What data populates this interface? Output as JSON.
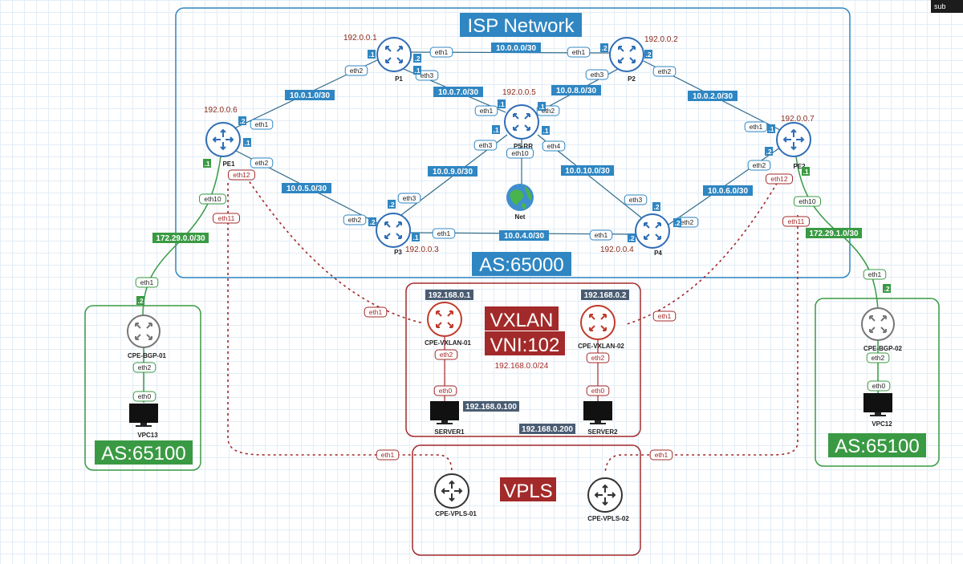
{
  "corner_tab": "sub",
  "regions": {
    "isp_title": "ISP Network",
    "isp_as": "AS:65000",
    "vxlan_title": "VXLAN",
    "vxlan_vni": "VNI:102",
    "vxlan_subnet": "192.168.0.0/24",
    "vpls_title": "VPLS",
    "left_as": "AS:65100",
    "right_as": "AS:65100"
  },
  "nodes": {
    "p1": {
      "name": "P1",
      "ip": "192.0.0.1"
    },
    "p2": {
      "name": "P2",
      "ip": "192.0.0.2"
    },
    "p5": {
      "name": "P5-RR",
      "ip": "192.0.0.5"
    },
    "pe1": {
      "name": "PE1",
      "ip": "192.0.0.6"
    },
    "pe2": {
      "name": "PE2",
      "ip": "192.0.0.7"
    },
    "p3": {
      "name": "P3",
      "ip": "192.0.0.3"
    },
    "p4": {
      "name": "P4",
      "ip": "192.0.0.4"
    },
    "net": {
      "name": "Net"
    },
    "cpe_bgp_01": {
      "name": "CPE-BGP-01"
    },
    "cpe_bgp_02": {
      "name": "CPE-BGP-02"
    },
    "vpc13": {
      "name": "VPC13"
    },
    "vpc12": {
      "name": "VPC12"
    },
    "cpe_vxlan_01": {
      "name": "CPE-VXLAN-01",
      "ip": "192.168.0.1"
    },
    "cpe_vxlan_02": {
      "name": "CPE-VXLAN-02",
      "ip": "192.168.0.2"
    },
    "server1": {
      "name": "SERVER1",
      "ip": "192.168.0.100"
    },
    "server2": {
      "name": "SERVER2",
      "ip": "192.168.0.200"
    },
    "cpe_vpls_01": {
      "name": "CPE-VPLS-01"
    },
    "cpe_vpls_02": {
      "name": "CPE-VPLS-02"
    }
  },
  "subnets": {
    "p1_p2": "10.0.0.0/30",
    "pe1_p1": "10.0.1.0/30",
    "p2_pe2": "10.0.2.0/30",
    "p1_p5": "10.0.7.0/30",
    "p2_p5": "10.0.8.0/30",
    "pe1_p3": "10.0.5.0/30",
    "p5_p3": "10.0.9.0/30",
    "p5_p4": "10.0.10.0/30",
    "pe2_p4": "10.0.6.0/30",
    "p3_p4": "10.0.4.0/30",
    "pe1_cpe": "172.29.0.0/30",
    "pe2_cpe": "172.29.1.0/30"
  },
  "ports": {
    "p1_eth1": "eth1",
    "p2_eth1": "eth1",
    "p1_eth2": "eth2",
    "p1_eth3": "eth3",
    "p2_eth2": "eth2",
    "p2_eth3": "eth3",
    "p5_eth1": "eth1",
    "p5_eth2": "eth2",
    "p5_eth3": "eth3",
    "p5_eth4": "eth4",
    "p5_eth10": "eth10",
    "pe1_eth1": "eth1",
    "pe1_eth2": "eth2",
    "pe1_eth10": "eth10",
    "pe1_eth11": "eth11",
    "pe1_eth12": "eth12",
    "pe2_eth1": "eth1",
    "pe2_eth2": "eth2",
    "pe2_eth10": "eth10",
    "pe2_eth11": "eth11",
    "pe2_eth12": "eth12",
    "p3_eth1": "eth1",
    "p3_eth2": "eth2",
    "p3_eth3": "eth3",
    "p4_eth1": "eth1",
    "p4_eth2": "eth2",
    "p4_eth3": "eth3",
    "cpe_bgp_01_eth1": "eth1",
    "cpe_bgp_01_eth2": "eth2",
    "vpc13_eth0": "eth0",
    "cpe_bgp_02_eth1": "eth1",
    "cpe_bgp_02_eth2": "eth2",
    "vpc12_eth0": "eth0",
    "vx01_eth1": "eth1",
    "vx01_eth2": "eth2",
    "server1_eth0": "eth0",
    "vx02_eth1": "eth1",
    "vx02_eth2": "eth2",
    "server2_eth0": "eth0",
    "vpls01_eth1": "eth1",
    "vpls02_eth1": "eth1"
  },
  "addr": {
    "p1_a": ".1",
    "p1_b": ".2",
    "p2_a": ".2",
    "p2_b": ".2",
    "p1_p5": ".1",
    "p5_left": ".1",
    "p5_right": ".1",
    "p5_down": ".1",
    "p5_downright": ".1",
    "pe1_up": ".2",
    "pe1_down": ".1",
    "pe1_cust": ".1",
    "pe2_up": ".1",
    "pe2_down": ".2",
    "pe2_cust": ".1",
    "p3_up": ".2",
    "p3_left": ".2",
    "p3_right": ".1",
    "p4_up": ".2",
    "p4_right": ".2",
    "p4_left": ".2",
    "cpe_bgp_01": ".2",
    "cpe_bgp_02": ".2"
  },
  "colors": {
    "isp_border": "#2f86c2",
    "green": "#3a9a43",
    "red": "#a32a2a",
    "blue_label": "#2f86c2",
    "router_blue": "#2f6db5"
  }
}
